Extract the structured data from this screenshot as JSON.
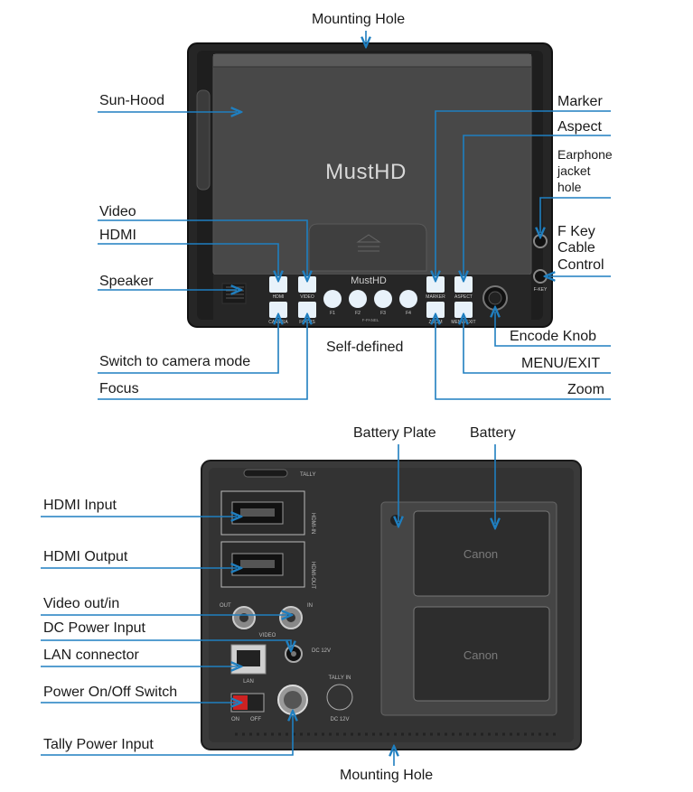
{
  "colors": {
    "leader": "#1f7fc0",
    "device_body": "#2b2b2b",
    "hood": "#4a4a4a",
    "back_panel": "#3a3a3a",
    "button": "#e8f2fa",
    "battery": "#2f2f2f"
  },
  "front": {
    "labels": {
      "mounting_hole_top": "Mounting Hole",
      "sun_hood": "Sun-Hood",
      "video": "Video",
      "hdmi": "HDMI",
      "speaker": "Speaker",
      "switch_camera": "Switch to camera mode",
      "focus": "Focus",
      "self_defined": "Self-defined",
      "marker": "Marker",
      "aspect": "Aspect",
      "earphone_1": "Earphone",
      "earphone_2": "jacket",
      "earphone_3": "hole",
      "fkey_1": "F Key",
      "fkey_2": "Cable",
      "fkey_3": "Control",
      "encode_knob": "Encode Knob",
      "menu_exit": "MENU/EXIT",
      "zoom": "Zoom"
    },
    "device": {
      "brand_hood": "MustHD",
      "brand_panel": "MustHD",
      "btn_hdmi": "HDMI",
      "btn_video": "VIDEO",
      "btn_camera": "CAMERA",
      "btn_focus": "FOCUS",
      "btn_marker": "MARKER",
      "btn_aspect": "ASPECT",
      "btn_zoom": "ZOOM",
      "btn_menu": "MENU/EXIT",
      "f1": "F1",
      "f2": "F2",
      "f3": "F3",
      "f4": "F4",
      "fpanel": "F-PANEL",
      "fkey": "F-KEY"
    }
  },
  "back": {
    "labels": {
      "battery_plate": "Battery Plate",
      "battery": "Battery",
      "hdmi_input": "HDMI Input",
      "hdmi_output": "HDMI Output",
      "video_out_in": "Video out/in",
      "dc_power_input": "DC Power Input",
      "lan_connector": "LAN connector",
      "power_switch": "Power On/Off Switch",
      "tally_power_input": "Tally Power Input",
      "mounting_hole_bottom": "Mounting Hole"
    },
    "device": {
      "tally": "TALLY",
      "hdmi_in": "HDMI-IN",
      "hdmi_out": "HDMI-OUT",
      "out": "OUT",
      "in": "IN",
      "video": "VIDEO",
      "dc12v": "DC 12V",
      "lan": "LAN",
      "tally_in": "TALLY IN",
      "dc12v_small": "DC 12V",
      "on": "ON",
      "off": "OFF",
      "canon_1": "Canon",
      "canon_2": "Canon"
    }
  }
}
